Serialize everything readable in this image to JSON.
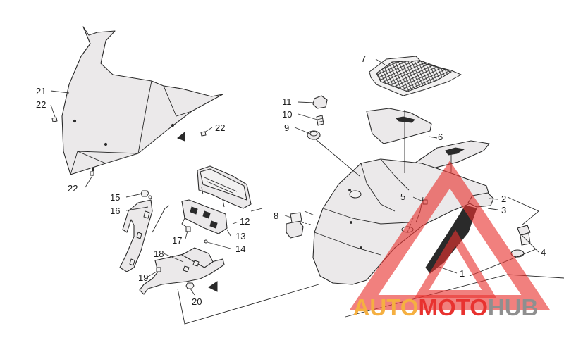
{
  "diagram": {
    "callouts": [
      {
        "id": "c1",
        "label": "1"
      },
      {
        "id": "c2",
        "label": "2"
      },
      {
        "id": "c3",
        "label": "3"
      },
      {
        "id": "c4",
        "label": "4"
      },
      {
        "id": "c5",
        "label": "5"
      },
      {
        "id": "c6",
        "label": "6"
      },
      {
        "id": "c7",
        "label": "7"
      },
      {
        "id": "c8",
        "label": "8"
      },
      {
        "id": "c9",
        "label": "9"
      },
      {
        "id": "c10",
        "label": "10"
      },
      {
        "id": "c11",
        "label": "11"
      },
      {
        "id": "c12",
        "label": "12"
      },
      {
        "id": "c13",
        "label": "13"
      },
      {
        "id": "c14",
        "label": "14"
      },
      {
        "id": "c15",
        "label": "15"
      },
      {
        "id": "c16",
        "label": "16"
      },
      {
        "id": "c17",
        "label": "17"
      },
      {
        "id": "c18",
        "label": "18"
      },
      {
        "id": "c19",
        "label": "19"
      },
      {
        "id": "c20",
        "label": "20"
      },
      {
        "id": "c21",
        "label": "21"
      },
      {
        "id": "c22a",
        "label": "22"
      },
      {
        "id": "c22b",
        "label": "22"
      },
      {
        "id": "c22c",
        "label": "22"
      }
    ]
  },
  "watermark": {
    "part1": "AUTO",
    "part2": "MOTO",
    "part3": "HUB",
    "color_orange": "#f5b041",
    "color_red": "#e8322f",
    "color_gray": "#8f8f8f"
  }
}
